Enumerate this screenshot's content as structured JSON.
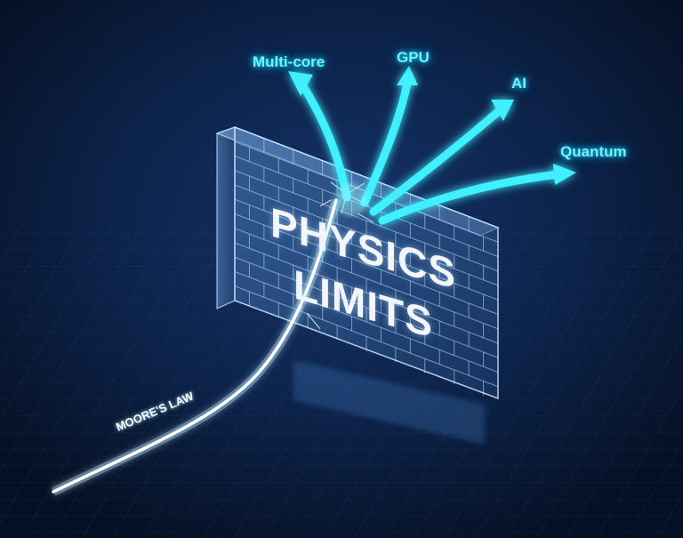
{
  "diagram": {
    "wall": {
      "title_line1": "PHYSICS",
      "title_line2": "LIMITS"
    },
    "curve_label": "MOORE'S LAW",
    "arrows": [
      {
        "label": "Multi-core"
      },
      {
        "label": "GPU"
      },
      {
        "label": "AI"
      },
      {
        "label": "Quantum"
      }
    ]
  },
  "colors": {
    "background": "#0a1a33",
    "arrow_cyan": "#3ff0ff",
    "wall_glass": "#9fd0ff",
    "curve_white": "#ffffff"
  }
}
